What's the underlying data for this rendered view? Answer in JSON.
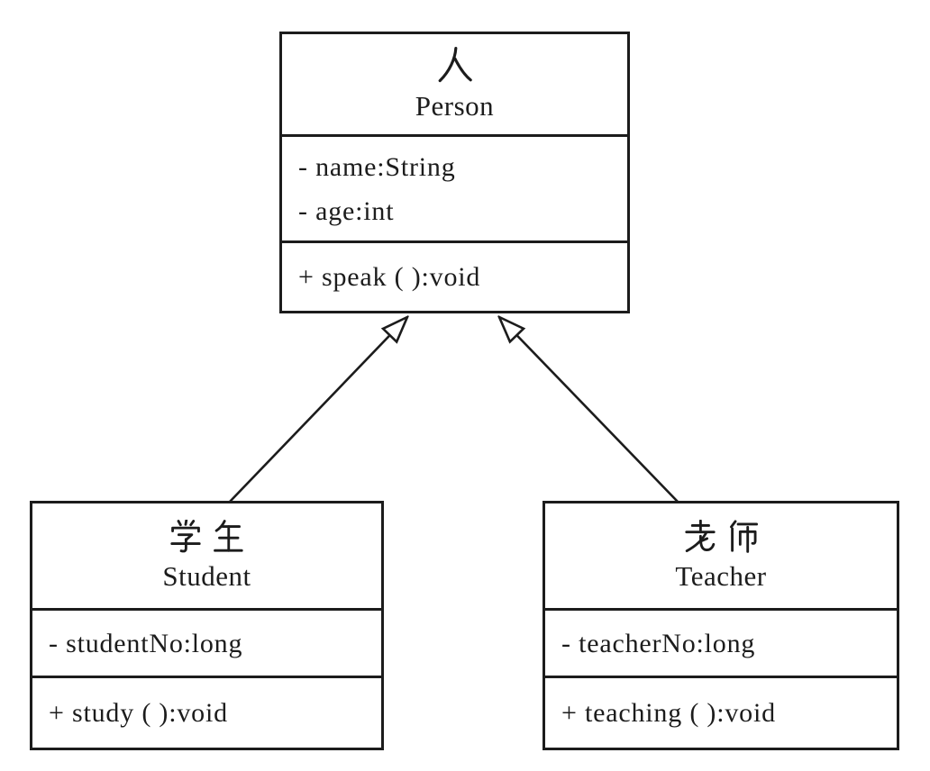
{
  "diagram": {
    "type": "uml-class-diagram",
    "classes": [
      {
        "id": "person",
        "name_cn": "人",
        "name_en": "Person",
        "attributes": [
          "- name:String",
          "- age:int"
        ],
        "methods": [
          "+ speak ( ):void"
        ]
      },
      {
        "id": "student",
        "name_cn": "学生",
        "name_en": "Student",
        "attributes": [
          "- studentNo:long"
        ],
        "methods": [
          "+ study ( ):void"
        ]
      },
      {
        "id": "teacher",
        "name_cn": "老师",
        "name_en": "Teacher",
        "attributes": [
          "- teacherNo:long"
        ],
        "methods": [
          "+ teaching ( ):void"
        ]
      }
    ],
    "relationships": [
      {
        "type": "generalization",
        "from": "Student",
        "to": "Person"
      },
      {
        "type": "generalization",
        "from": "Teacher",
        "to": "Person"
      }
    ],
    "colors": {
      "line": "#1c1c1c",
      "background": "#ffffff",
      "text": "#1c1c1c"
    }
  }
}
